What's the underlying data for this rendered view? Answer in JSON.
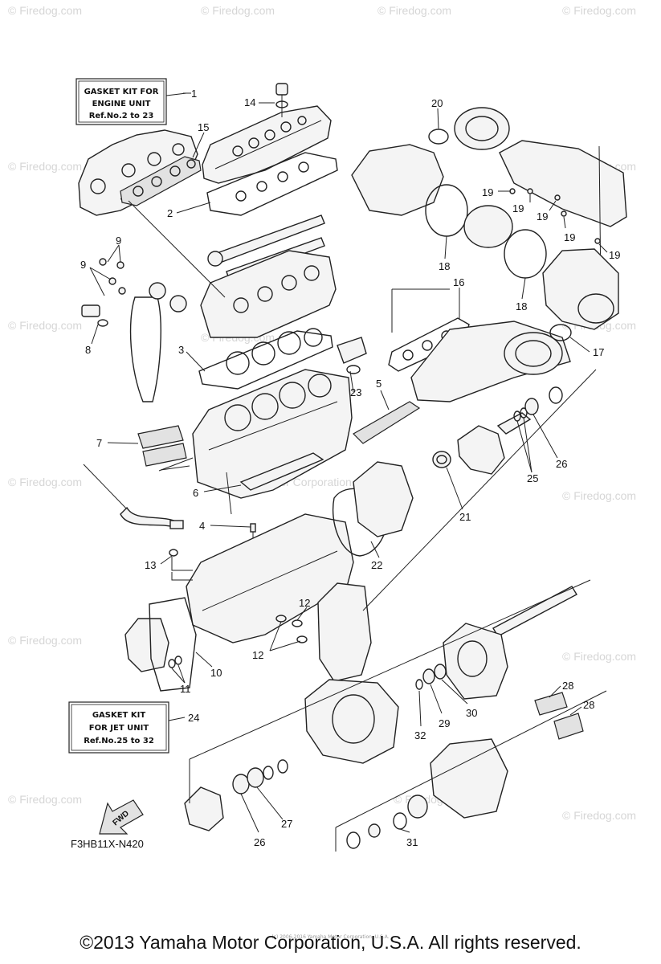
{
  "watermark": "© Firedog.com",
  "engine_kit_box": {
    "line1": "GASKET KIT FOR",
    "line2": "ENGINE UNIT",
    "line3": "Ref.No.2 to 23"
  },
  "jet_kit_box": {
    "line1": "GASKET KIT",
    "line2": "FOR JET UNIT",
    "line3": "Ref.No.25 to 32"
  },
  "callouts": {
    "n1": "1",
    "n2": "2",
    "n3": "3",
    "n4": "4",
    "n5": "5",
    "n6": "6",
    "n7": "7",
    "n8": "8",
    "n9a": "9",
    "n9b": "9",
    "n10": "10",
    "n11": "11",
    "n12a": "12",
    "n12b": "12",
    "n13": "13",
    "n14": "14",
    "n15": "15",
    "n16": "16",
    "n17": "17",
    "n18a": "18",
    "n18b": "18",
    "n19a": "19",
    "n19b": "19",
    "n19c": "19",
    "n19d": "19",
    "n19e": "19",
    "n20": "20",
    "n21": "21",
    "n22": "22",
    "n23": "23",
    "n24": "24",
    "n25": "25",
    "n26a": "26",
    "n26b": "26",
    "n27": "27",
    "n28a": "28",
    "n28b": "28",
    "n29": "29",
    "n30": "30",
    "n31": "31",
    "n32": "32"
  },
  "fwd_label": "FWD",
  "diagram_code": "F3HB11X-N420",
  "center_watermark": "Yamaha Motor Corporation, U.S.A.",
  "small_notice": "(c) 2006-2016 Yamaha Motor Corporation, U.S.A.",
  "copyright": "©2013 Yamaha Motor Corporation, U.S.A. All rights reserved."
}
